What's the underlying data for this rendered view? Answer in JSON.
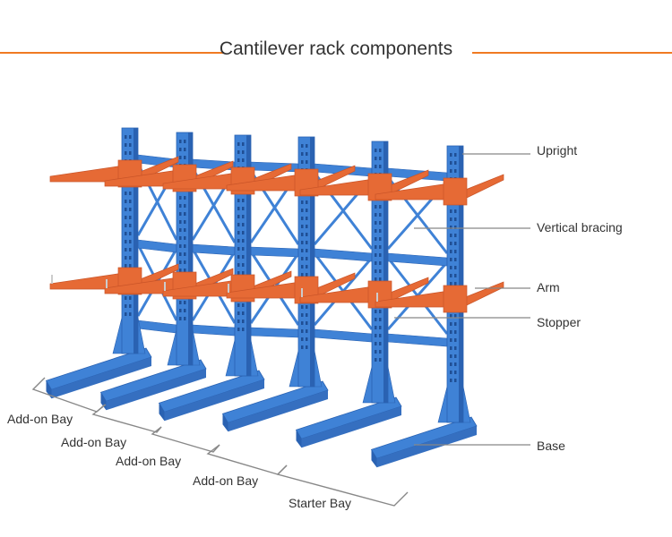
{
  "title": "Cantilever rack components",
  "colors": {
    "accent_line": "#f07a22",
    "upright": "#3f82d6",
    "upright_dark": "#2a62b2",
    "arm": "#e66a35",
    "arm_dark": "#c95428",
    "leader": "#888888",
    "text": "#333333"
  },
  "component_labels": [
    {
      "id": "upright",
      "text": "Upright"
    },
    {
      "id": "vertical-bracing",
      "text": "Vertical bracing"
    },
    {
      "id": "arm",
      "text": "Arm"
    },
    {
      "id": "stopper",
      "text": "Stopper"
    },
    {
      "id": "base",
      "text": "Base"
    }
  ],
  "bay_labels": [
    {
      "id": "add-on-bay-1",
      "text": "Add-on Bay"
    },
    {
      "id": "add-on-bay-2",
      "text": "Add-on Bay"
    },
    {
      "id": "add-on-bay-3",
      "text": "Add-on Bay"
    },
    {
      "id": "add-on-bay-4",
      "text": "Add-on Bay"
    },
    {
      "id": "starter-bay",
      "text": "Starter Bay"
    }
  ]
}
